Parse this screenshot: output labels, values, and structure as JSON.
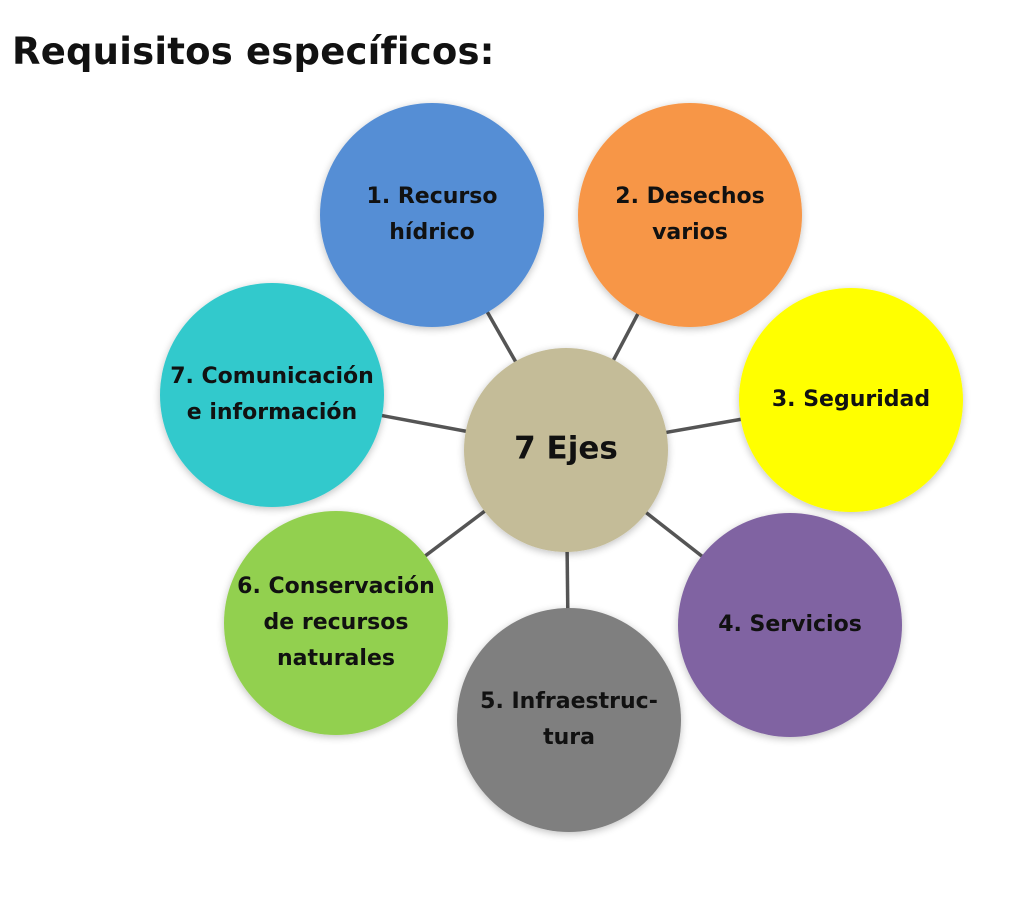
{
  "title": "Requisitos específicos:",
  "center": {
    "label": "7 Ejes",
    "color": "#c4bc98"
  },
  "connector_color": "#555555",
  "nodes": [
    {
      "lines": [
        "1. Recurso",
        "hídrico"
      ],
      "color": "#558ed5"
    },
    {
      "lines": [
        "2. Desechos",
        "varios"
      ],
      "color": "#f79646"
    },
    {
      "lines": [
        "3. Seguridad"
      ],
      "color": "#ffff00"
    },
    {
      "lines": [
        "4. Servicios"
      ],
      "color": "#8064a2"
    },
    {
      "lines": [
        "5. Infraestruc-",
        "tura"
      ],
      "color": "#7f7f7f"
    },
    {
      "lines": [
        "6. Conservación",
        "de recursos",
        "naturales"
      ],
      "color": "#92d050"
    },
    {
      "lines": [
        "7. Comunicación",
        "e información"
      ],
      "color": "#31c9cc"
    }
  ]
}
